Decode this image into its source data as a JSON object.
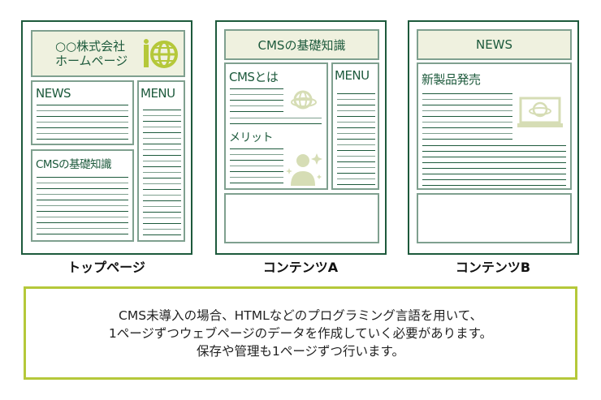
{
  "pages": [
    {
      "label": "トップページ",
      "header_line1": "○○株式会社",
      "header_line2": "ホームページ",
      "news": "NEWS",
      "menu": "MENU",
      "cms": "CMSの基礎知識"
    },
    {
      "label": "コンテンツA",
      "header": "CMSの基礎知識",
      "section1": "CMSとは",
      "section2": "メリット",
      "menu": "MENU"
    },
    {
      "label": "コンテンツB",
      "header": "NEWS",
      "section": "新製品発売"
    }
  ],
  "note": [
    "CMS未導入の場合、HTMLなどのプログラミング言語を用いて、",
    "1ページずつウェブページのデータを作成していく必要があります。",
    "保存や管理も1ページずつ行います。"
  ],
  "colors": {
    "dark": "#1d5a3c",
    "light": "#7fa08f",
    "fill": "#eff1df",
    "accent": "#b5c83a",
    "pale": "#d6ddb5"
  }
}
